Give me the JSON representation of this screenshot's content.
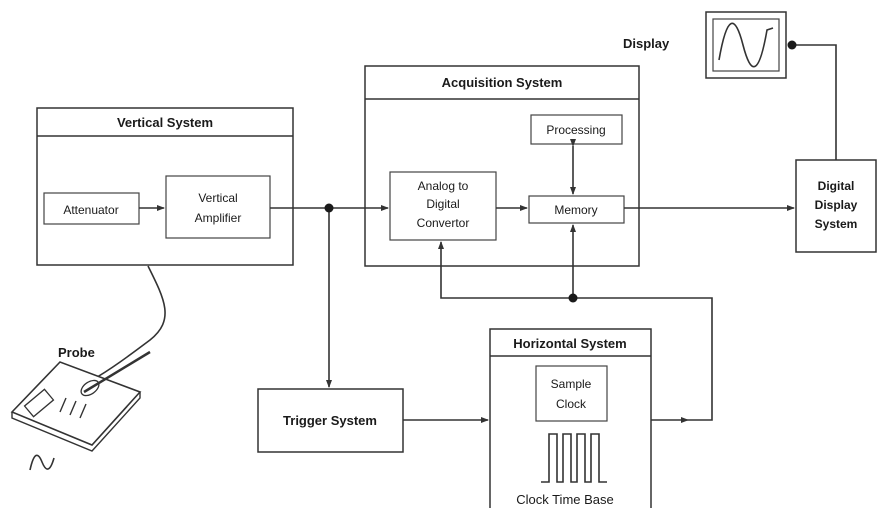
{
  "blocks": {
    "vertical_system": "Vertical System",
    "attenuator": "Attenuator",
    "vertical_amplifier": [
      "Vertical",
      "Amplifier"
    ],
    "acquisition_system": "Acquisition System",
    "processing": "Processing",
    "adc": [
      "Analog to",
      "Digital",
      "Convertor"
    ],
    "memory": "Memory",
    "display": "Display",
    "digital_display_system": [
      "Digital",
      "Display",
      "System"
    ],
    "probe": "Probe",
    "trigger_system": "Trigger System",
    "horizontal_system": "Horizontal System",
    "sample_clock": [
      "Sample",
      "Clock"
    ],
    "clock_time_base": "Clock Time Base"
  },
  "colors": {
    "line": "#333333",
    "text": "#1a1a1a",
    "background": "#ffffff"
  }
}
